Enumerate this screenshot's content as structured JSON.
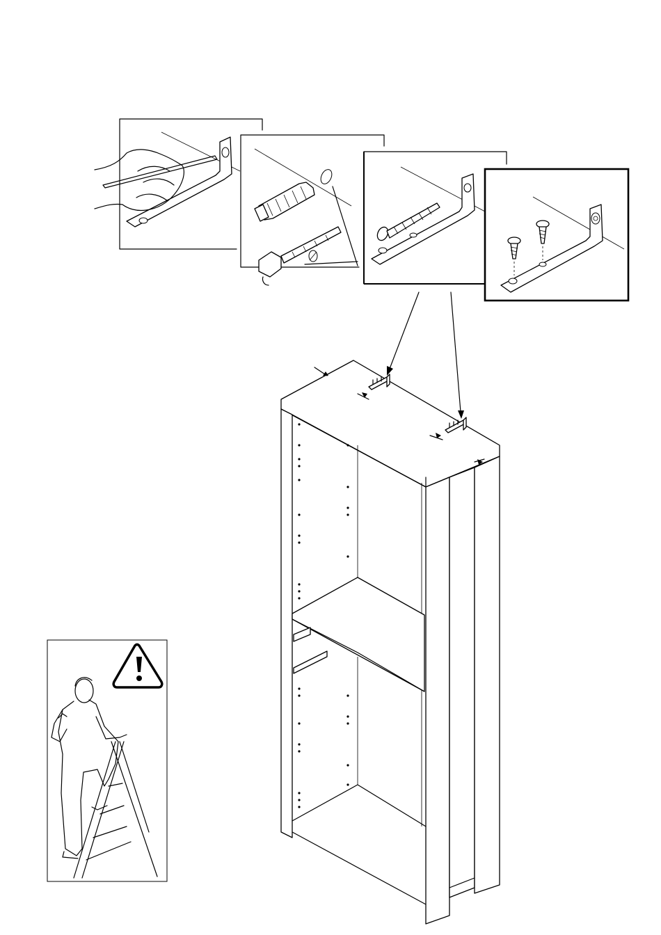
{
  "page": {
    "type": "assembly-instruction-step",
    "warning_symbol": "exclamation-triangle-icon"
  },
  "detail_panels": [
    {
      "id": "mark-holes",
      "icon": "pencil-marking-icon"
    },
    {
      "id": "drill-and-plug",
      "icon": "wall-plug-drill-icon"
    },
    {
      "id": "screw-to-wall",
      "icon": "wall-screw-icon"
    },
    {
      "id": "screw-to-cabinet",
      "icon": "wood-screws-icon"
    }
  ],
  "main_illustration": {
    "icon": "bookcase-cabinet-icon"
  },
  "safety_panel": {
    "icon": "person-on-stepladder-icon"
  }
}
